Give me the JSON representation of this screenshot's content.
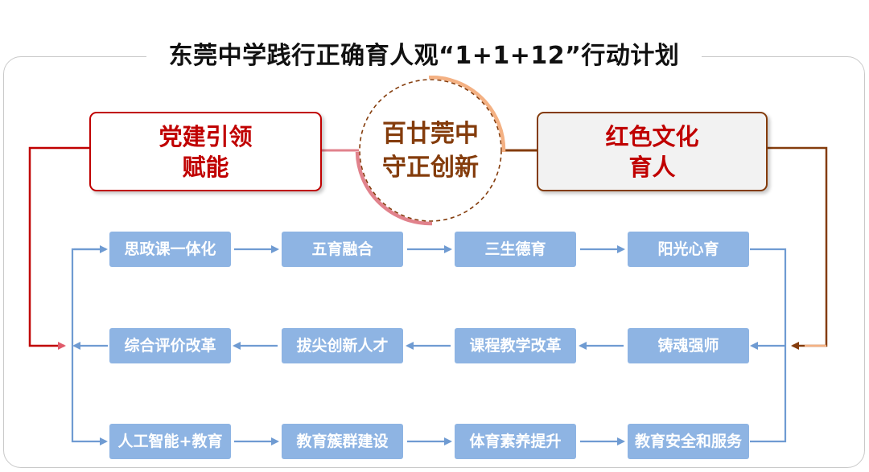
{
  "title": "东莞中学践行正确育人观“1+1+12”行动计划",
  "left_box": {
    "label": "党建引领\n赋能"
  },
  "center_circle": {
    "label": "百廿莞中\n守正创新"
  },
  "right_box": {
    "label": "红色文化\n育人"
  },
  "rows": [
    {
      "direction": "left-to-right",
      "items": [
        "思政课一体化",
        "五育融合",
        "三生德育",
        "阳光心育"
      ]
    },
    {
      "direction": "right-to-left",
      "items": [
        "铸魂强师",
        "课程教学改革",
        "拔尖创新人才",
        "综合评价改革"
      ]
    },
    {
      "direction": "left-to-right",
      "items": [
        "人工智能+教育",
        "教育簇群建设",
        "体育素养提升",
        "教育安全和服务"
      ]
    }
  ],
  "colors": {
    "party_red": "#c00000",
    "brown": "#843c0c",
    "step_blue": "#8eb4e3",
    "connector_blue": "#6f9bd2",
    "pink_connector": "#e1828c",
    "orange_arc": "#f4b183"
  }
}
